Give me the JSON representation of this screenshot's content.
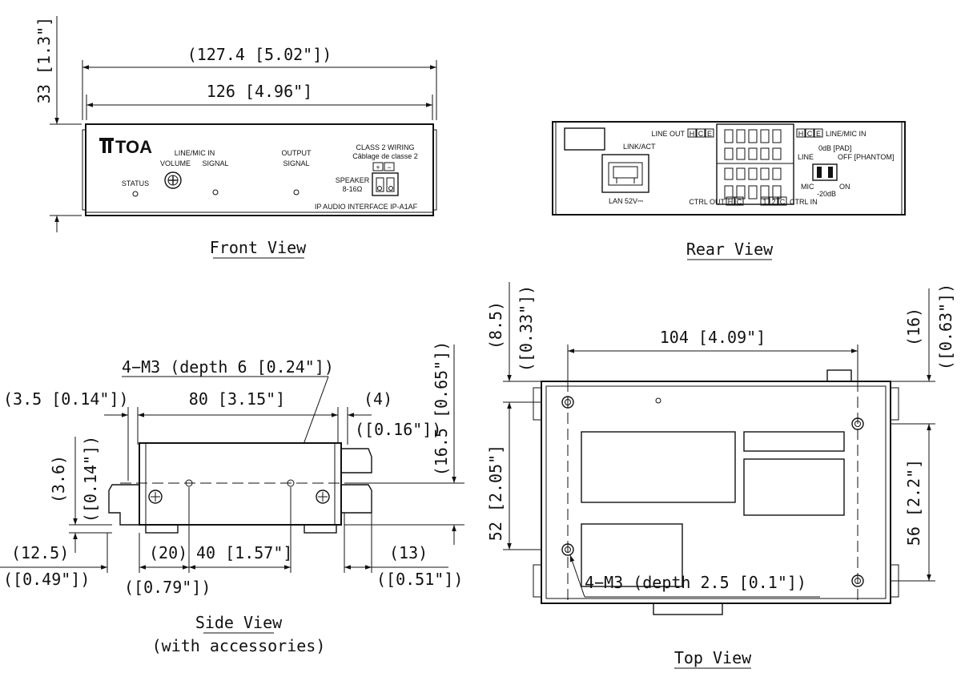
{
  "views": {
    "front": {
      "caption": "Front View",
      "dims": {
        "width_outer": "(127.4 [5.02\"])",
        "width_body": "126 [4.96\"]",
        "height": "33 [1.3\"]"
      },
      "panel": {
        "brand": "TOA",
        "status": "STATUS",
        "line_mic_in": "LINE/MIC IN",
        "volume": "VOLUME",
        "signal": "SIGNAL",
        "output": "OUTPUT",
        "output_signal": "SIGNAL",
        "class2": "CLASS 2 WIRING",
        "class2_fr": "Câblage de classe 2",
        "speaker": "SPEAKER",
        "speaker_ohm": "8-16Ω",
        "plus": "+",
        "minus": "−",
        "model": "IP AUDIO INTERFACE   IP-A1AF"
      }
    },
    "rear": {
      "caption": "Rear View",
      "panel": {
        "line_out": "LINE OUT",
        "line_mic_in": "LINE/MIC IN",
        "link_act": "LINK/ACT",
        "lan": "LAN 52V⎓",
        "ctrl_out": "CTRL OUT",
        "ctrl_in": "CTRL IN",
        "h": "H",
        "c": "C",
        "e": "E",
        "n1": "1",
        "n2": "2",
        "pad": "0dB [PAD]",
        "line": "LINE",
        "off": "OFF [PHANTOM]",
        "mic": "MIC",
        "on": "ON",
        "minus20": "-20dB"
      }
    },
    "side": {
      "caption": "Side View",
      "caption2": "(with accessories)",
      "dims": {
        "screw": "4−M3 (depth 6 [0.24\"])",
        "d35": "(3.5 [0.14\"])",
        "d80": "80 [3.15\"]",
        "d4": "(4)",
        "d4in": "([0.16\"])",
        "d165": "(16.5 [0.65\"])",
        "d36": "(3.6)",
        "d36in": "([0.14\"])",
        "d125": "(12.5)",
        "d125in": "([0.49\"])",
        "d20": "(20)",
        "d20in": "([0.79\"])",
        "d40": "40 [1.57\"]",
        "d13": "(13)",
        "d13in": "([0.51\"])"
      }
    },
    "top": {
      "caption": "Top View",
      "dims": {
        "d104": "104 [4.09\"]",
        "d85": "(8.5)",
        "d85in": "([0.33\"])",
        "d16": "(16)",
        "d16in": "([0.63\"])",
        "d52": "52 [2.05\"]",
        "d56": "56 [2.2\"]",
        "screw": "4−M3 (depth 2.5 [0.1\"])"
      }
    }
  }
}
